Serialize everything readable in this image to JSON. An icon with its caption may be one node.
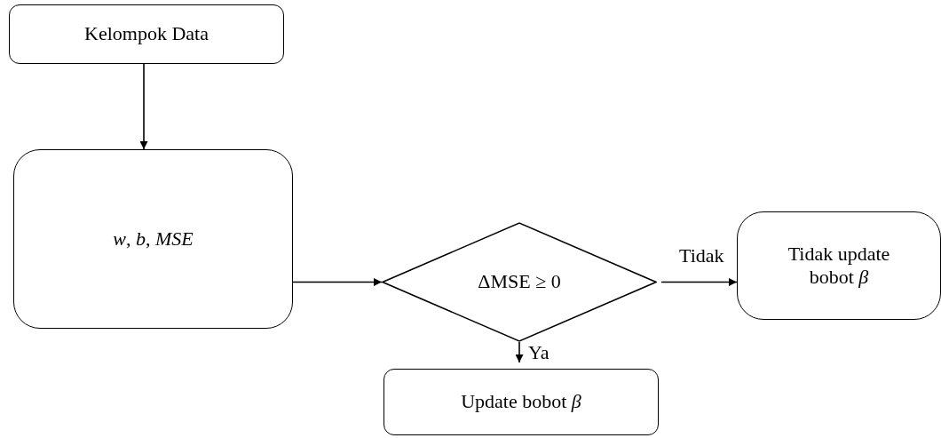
{
  "diagram": {
    "nodes": [
      {
        "text": [
          "Kelompok Data"
        ]
      },
      {
        "text": [
          "*w*, *b*, *MSE*"
        ]
      },
      {
        "text": [
          "ΔMSE ≥ 0"
        ]
      },
      {
        "text": [
          "Tidak update bobot *β*"
        ]
      },
      {
        "text": [
          "Update bobot *β*"
        ]
      }
    ],
    "edges": [
      {
        "from": 0,
        "to": 1,
        "arrow": "to"
      },
      {
        "from": 1,
        "to": 2,
        "arrow": "to"
      },
      {
        "from": 2,
        "to": 3,
        "arrow": "to",
        "label": "Tidak"
      },
      {
        "from": 2,
        "to": 4,
        "arrow": "to",
        "label": "Ya"
      }
    ]
  }
}
